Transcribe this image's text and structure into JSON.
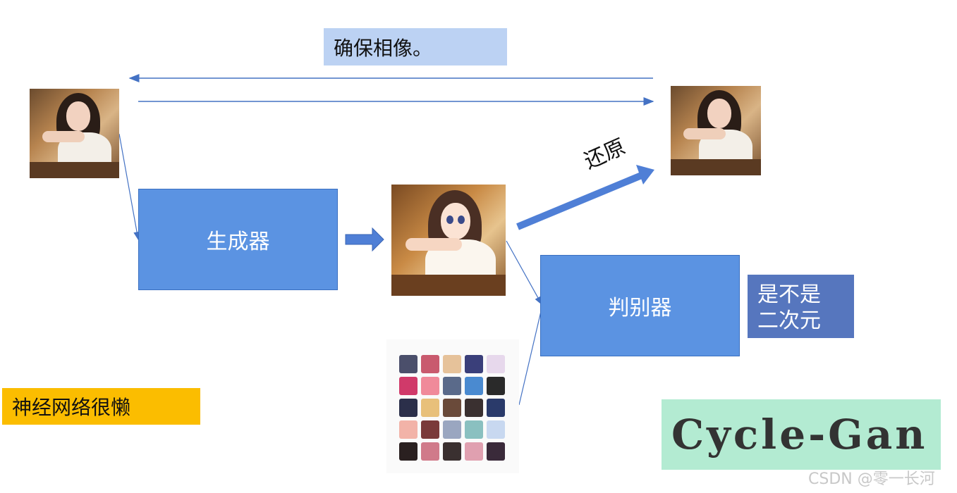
{
  "diagram": {
    "note_top": "确保相像。",
    "note_restore": "还原",
    "generator_label": "生成器",
    "discriminator_label": "判别器",
    "question_line1": "是不是",
    "question_line2": "二次元",
    "lazy_note": "神经网络很懒",
    "title": "Cycle-Gan",
    "watermark": "CSDN @零一长河"
  },
  "colors": {
    "box_blue": "#5b93e2",
    "question_blue": "#5676be",
    "note_top_bg": "#bcd2f3",
    "lazy_bg": "#fbbd00",
    "title_bg": "#b3ebd2",
    "arrow_blue": "#4472c4"
  },
  "images": {
    "source_photo": "real-photo-girl",
    "reconstructed_photo": "real-photo-girl-reconstructed",
    "generated_anime": "anime-style-girl",
    "anime_dataset": "anime-faces-grid"
  }
}
